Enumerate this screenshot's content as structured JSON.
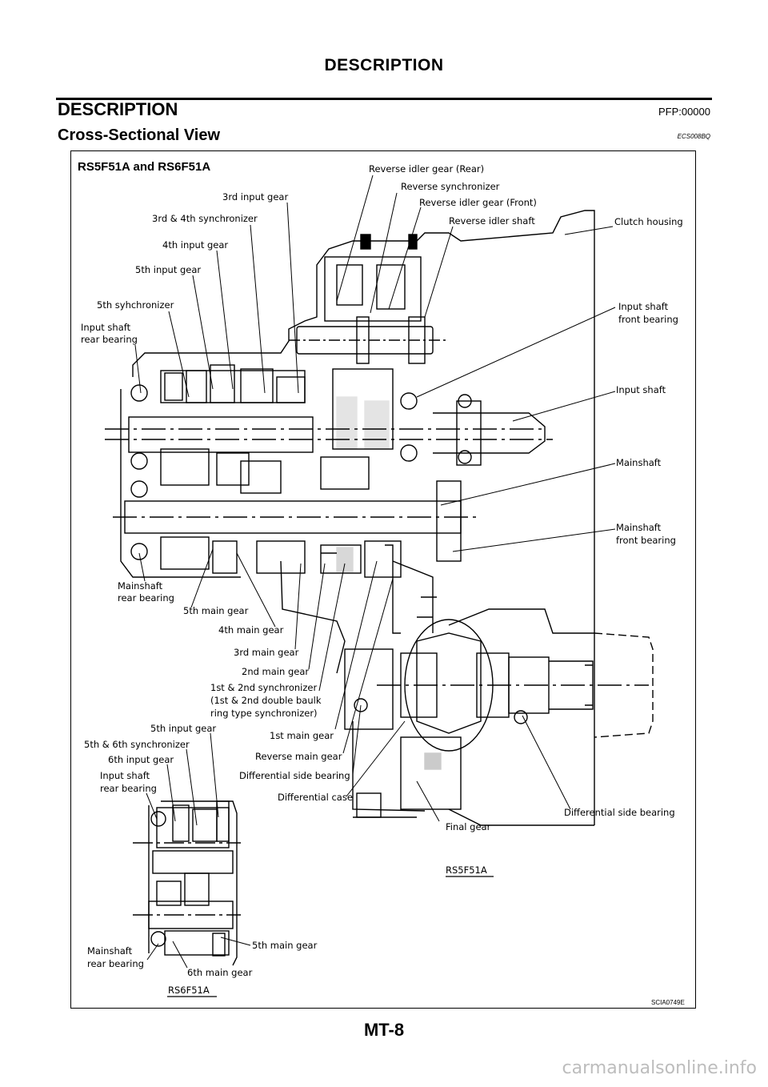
{
  "header": {
    "running_title": "DESCRIPTION"
  },
  "section": {
    "title": "DESCRIPTION",
    "code": "PFP:00000",
    "subtitle": "Cross-Sectional View",
    "subcode": "ECS008BQ"
  },
  "figure": {
    "title": "RS5F51A and RS6F51A",
    "code": "SCIA0749E",
    "variant_main": "RS5F51A",
    "variant_inset": "RS6F51A",
    "labels_top": {
      "rev_idler_rear": "Reverse idler gear (Rear)",
      "rev_sync": "Reverse synchronizer",
      "rev_idler_front": "Reverse idler gear (Front)",
      "rev_idler_shaft": "Reverse idler shaft",
      "clutch_housing": "Clutch housing",
      "third_input": "3rd input gear",
      "sync34": "3rd & 4th synchronizer",
      "fourth_input": "4th input gear",
      "fifth_input": "5th input gear",
      "fifth_sync": "5th syhchronizer",
      "input_rear_1": "Input shaft",
      "input_rear_2": "rear bearing"
    },
    "labels_right": {
      "input_front_1": "Input shaft",
      "input_front_2": "front bearing",
      "input_shaft": "Input shaft",
      "mainshaft": "Mainshaft",
      "main_front_1": "Mainshaft",
      "main_front_2": "front bearing",
      "diff_side_bearing_r": "Differential side bearing",
      "final_gear": "Final gear"
    },
    "labels_bottom": {
      "main_rear_1": "Mainshaft",
      "main_rear_2": "rear bearing",
      "fifth_main": "5th main gear",
      "fourth_main": "4th main gear",
      "third_main": "3rd main gear",
      "second_main": "2nd main gear",
      "sync12_1": "1st & 2nd synchronizer",
      "sync12_2": "(1st & 2nd double baulk",
      "sync12_3": "ring type synchronizer)",
      "first_main": "1st main gear",
      "rev_main": "Reverse main gear",
      "diff_side_bearing_l": "Differential side bearing",
      "diff_case": "Differential case"
    },
    "labels_inset": {
      "fifth_input": "5th input gear",
      "sync56": "5th & 6th synchronizer",
      "sixth_input": "6th input gear",
      "input_rear_1": "Input shaft",
      "input_rear_2": "rear bearing",
      "fifth_main": "5th main gear",
      "main_rear_1": "Mainshaft",
      "main_rear_2": "rear bearing",
      "sixth_main": "6th main gear"
    }
  },
  "footer": {
    "page_number": "MT-8",
    "watermark": "carmanualsonline.info"
  }
}
